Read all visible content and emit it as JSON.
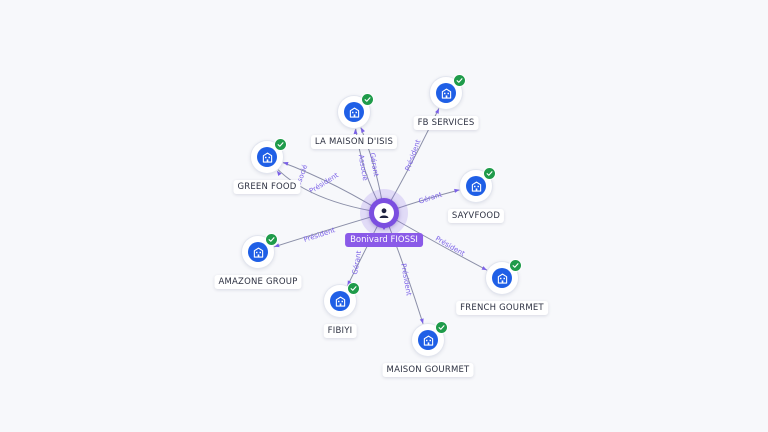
{
  "center": {
    "label": "Bonivard FIOSSI",
    "icon": "person-icon"
  },
  "nodes": [
    {
      "id": "la-maison-d-isis",
      "label": "LA MAISON D'ISIS",
      "icon": "building-icon",
      "verified": true
    },
    {
      "id": "fb-services",
      "label": "FB SERVICES",
      "icon": "building-icon",
      "verified": true
    },
    {
      "id": "green-food",
      "label": "GREEN FOOD",
      "icon": "building-icon",
      "verified": true
    },
    {
      "id": "sayvfood",
      "label": "SAYVFOOD",
      "icon": "building-icon",
      "verified": true
    },
    {
      "id": "amazone-group",
      "label": "AMAZONE GROUP",
      "icon": "building-icon",
      "verified": true
    },
    {
      "id": "french-gourmet",
      "label": "FRENCH GOURMET",
      "icon": "building-icon",
      "verified": true
    },
    {
      "id": "fibiyi",
      "label": "FIBIYI",
      "icon": "building-icon",
      "verified": true
    },
    {
      "id": "maison-gourmet",
      "label": "MAISON GOURMET",
      "icon": "building-icon",
      "verified": true
    }
  ],
  "edges": [
    {
      "id": "e1",
      "to": "la-maison-d-isis",
      "label": "Gérant"
    },
    {
      "id": "e2",
      "to": "la-maison-d-isis",
      "label": "Associé"
    },
    {
      "id": "e3",
      "to": "fb-services",
      "label": "Président"
    },
    {
      "id": "e4",
      "to": "green-food",
      "label": "Président"
    },
    {
      "id": "e5",
      "to": "green-food",
      "label": "Associé"
    },
    {
      "id": "e6",
      "to": "sayvfood",
      "label": "Gérant"
    },
    {
      "id": "e7",
      "to": "amazone-group",
      "label": "Président"
    },
    {
      "id": "e8",
      "to": "french-gourmet",
      "label": "Président"
    },
    {
      "id": "e9",
      "to": "fibiyi",
      "label": "Gérant"
    },
    {
      "id": "e10",
      "to": "maison-gourmet",
      "label": "Président"
    }
  ],
  "colors": {
    "center": "#7b4fe0",
    "node_fill": "#1f5fe6",
    "verified": "#1f9b4a",
    "edge": "#8b8fa8",
    "edge_label": "#7b61e8"
  }
}
